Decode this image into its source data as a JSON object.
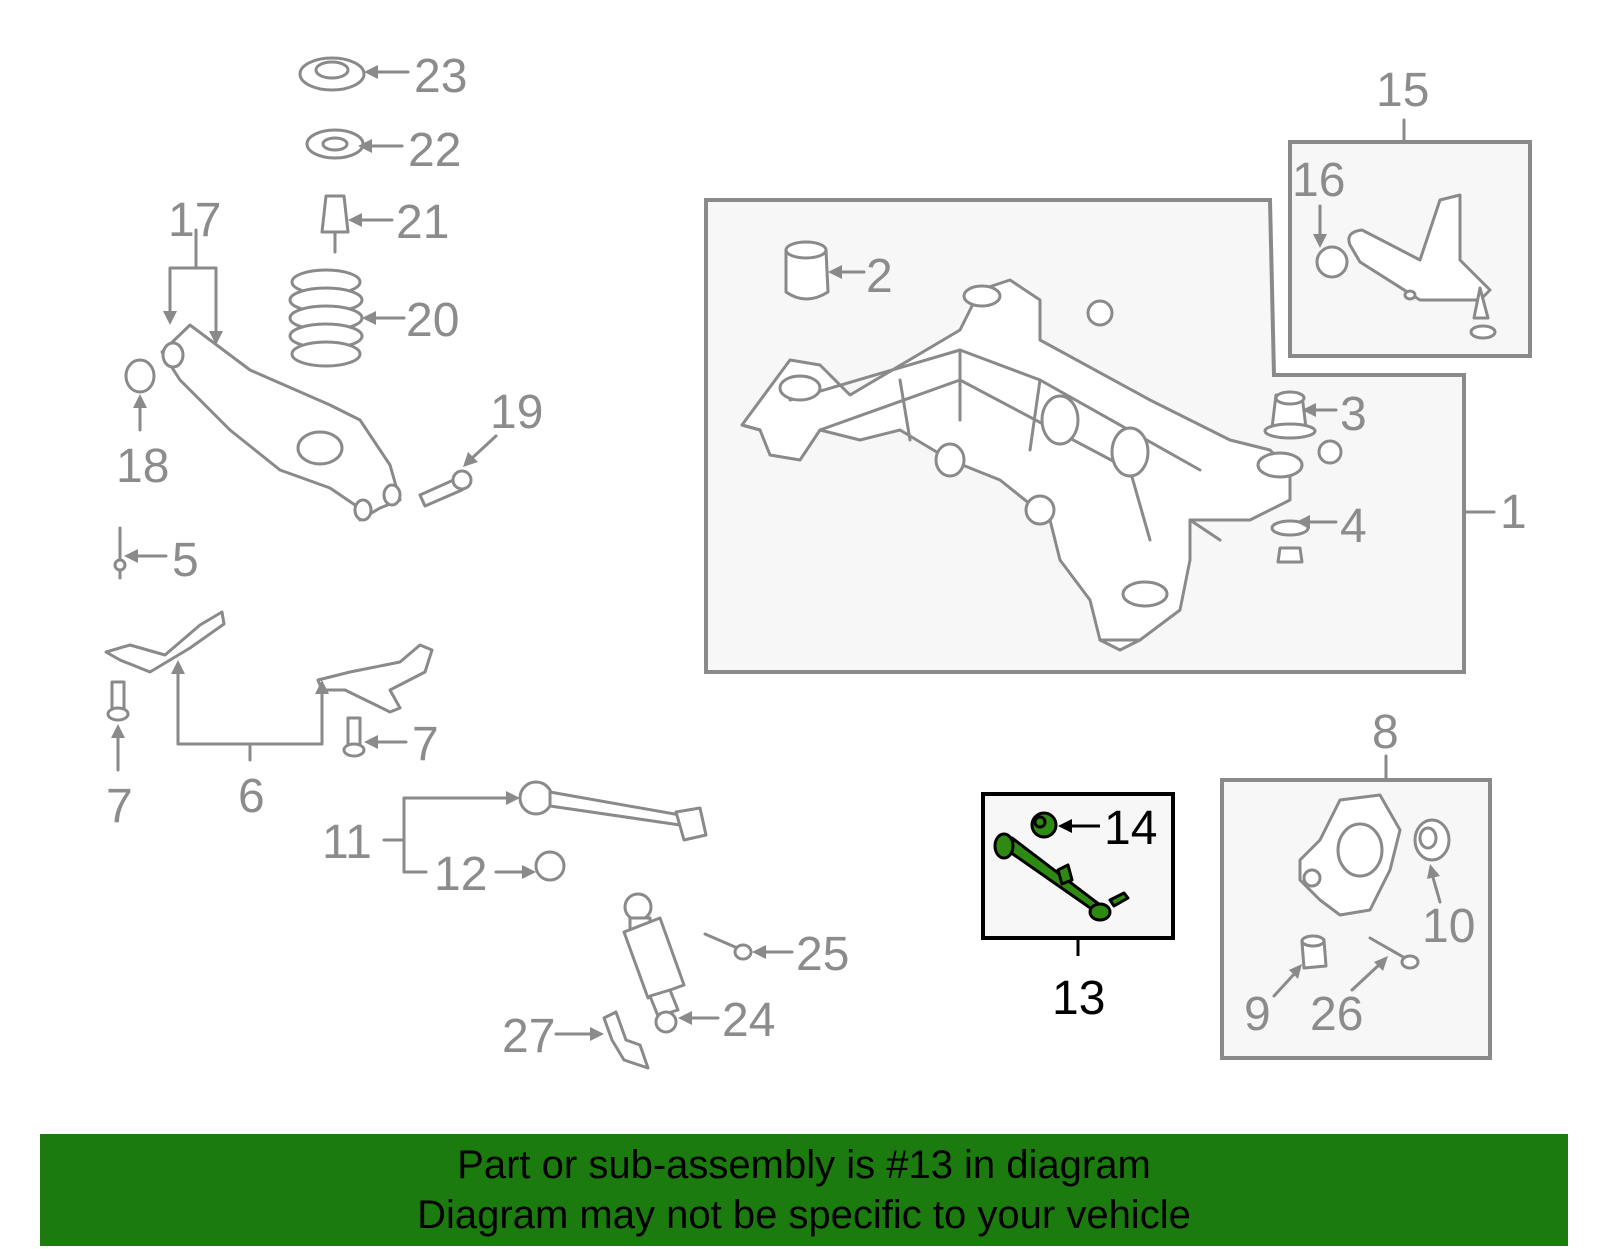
{
  "labels": {
    "n1": "1",
    "n2": "2",
    "n3": "3",
    "n4": "4",
    "n5": "5",
    "n6": "6",
    "n7a": "7",
    "n7b": "7",
    "n8": "8",
    "n9": "9",
    "n10": "10",
    "n11": "11",
    "n12": "12",
    "n13": "13",
    "n14": "14",
    "n15": "15",
    "n16": "16",
    "n17": "17",
    "n18": "18",
    "n19": "19",
    "n20": "20",
    "n21": "21",
    "n22": "22",
    "n23": "23",
    "n24": "24",
    "n25": "25",
    "n26": "26",
    "n27": "27"
  },
  "highlighted_part": "13",
  "colors": {
    "highlight": "#2f8a14",
    "banner": "#1b7b0f",
    "parts": "#8a8a8a"
  },
  "banner": {
    "line1": "Part or sub-assembly is #13 in diagram",
    "line2": "Diagram may not be specific to your vehicle"
  }
}
